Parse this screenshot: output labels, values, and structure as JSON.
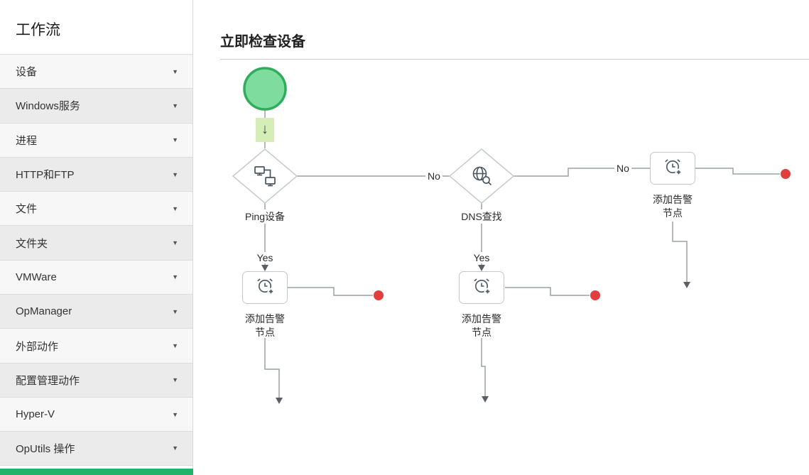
{
  "sidebar": {
    "title": "工作流",
    "chevron_icon": "▼",
    "items": [
      {
        "label": "设备"
      },
      {
        "label": "Windows服务"
      },
      {
        "label": "进程"
      },
      {
        "label": "HTTP和FTP"
      },
      {
        "label": "文件"
      },
      {
        "label": "文件夹"
      },
      {
        "label": "VMWare"
      },
      {
        "label": "OpManager"
      },
      {
        "label": "外部动作"
      },
      {
        "label": "配置管理动作"
      },
      {
        "label": "Hyper-V"
      },
      {
        "label": "OpUtils 操作"
      }
    ]
  },
  "main": {
    "title": "立即检查设备"
  },
  "diagram": {
    "down_arrow_icon": "↓",
    "edge_labels": {
      "yes": "Yes",
      "no": "No"
    },
    "nodes": {
      "ping": {
        "label": "Ping设备",
        "icon": "network-ping-icon"
      },
      "dns": {
        "label": "DNS查找",
        "icon": "dns-lookup-icon"
      },
      "alarm": {
        "label_lines": [
          "添加告警",
          "节点"
        ],
        "icon": "add-alarm-icon"
      }
    }
  },
  "colors": {
    "start_node_fill": "#7fdc9f",
    "start_node_border": "#2fad5c",
    "arrow_highlight": "#d5edb7",
    "end_dot_red": "#e33e3e",
    "connector_gray": "#9aa0a5",
    "sidebar_footer_green": "#21b26c"
  }
}
